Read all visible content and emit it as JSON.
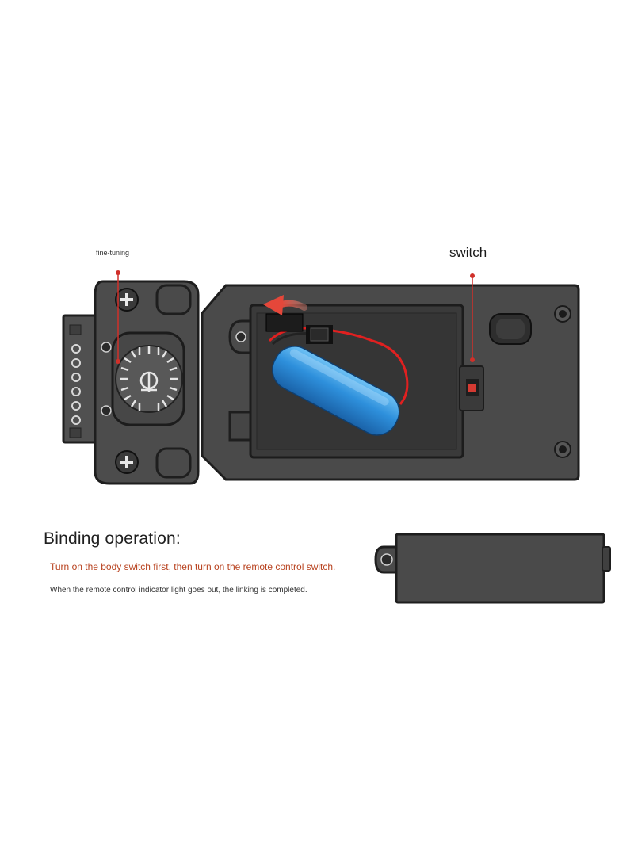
{
  "labels": {
    "fine_tuning": "fine-tuning",
    "switch": "switch"
  },
  "binding": {
    "title": "Binding operation:",
    "step1": "Turn on the body switch first, then turn on the remote control switch.",
    "step2": "When the remote control indicator light goes out, the linking is completed."
  },
  "colors": {
    "body": "#4a4a4a",
    "body_edge": "#1e1e1e",
    "compartment": "#3b3b3b",
    "battery": "#2f8fd8",
    "callout": "#d0302a",
    "switch_indicator": "#d43a32"
  }
}
